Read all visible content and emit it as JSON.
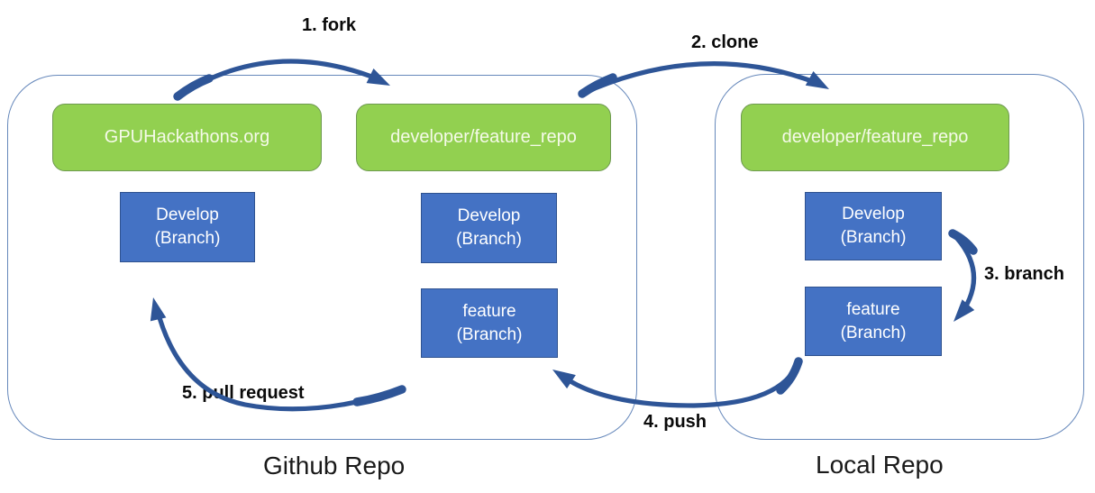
{
  "labels": {
    "fork": "1. fork",
    "clone": "2. clone",
    "branch": "3. branch",
    "push": "4. push",
    "pull_request": "5. pull request"
  },
  "containers": {
    "github": {
      "caption": "Github Repo"
    },
    "local": {
      "caption": "Local Repo"
    }
  },
  "repos": {
    "origin": {
      "label": "GPUHackathons.org"
    },
    "fork": {
      "label": "developer/feature_repo"
    },
    "local": {
      "label": "developer/feature_repo"
    }
  },
  "branches": {
    "github_main_develop": {
      "name": "Develop",
      "type": "(Branch)"
    },
    "github_fork_develop": {
      "name": "Develop",
      "type": "(Branch)"
    },
    "github_fork_feature": {
      "name": "feature",
      "type": "(Branch)"
    },
    "local_develop": {
      "name": "Develop",
      "type": "(Branch)"
    },
    "local_feature": {
      "name": "feature",
      "type": "(Branch)"
    }
  },
  "colors": {
    "repo_fill": "#92d050",
    "repo_border": "#6e9950",
    "branch_fill": "#4472c4",
    "branch_border": "#2f528f",
    "arrow": "#2e5597",
    "container_border": "#6688bb",
    "label_text": "#0a0a0a",
    "caption_text": "#1a1a1a",
    "node_text": "#f5fae9"
  }
}
